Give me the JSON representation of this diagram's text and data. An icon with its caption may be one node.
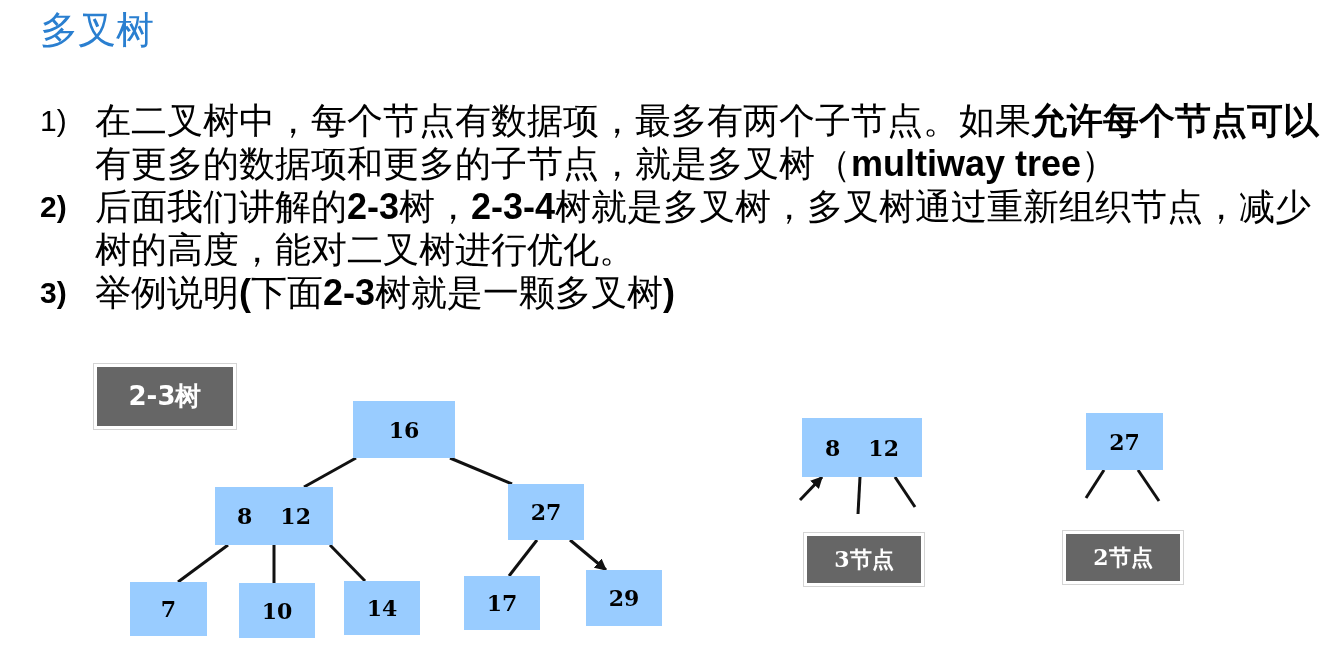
{
  "diagram": {
    "title": "多叉树",
    "nodes": [
      {
        "text": [
          "2-3树"
        ]
      },
      {
        "text": [
          "16"
        ]
      },
      {
        "text": [
          "8",
          "12"
        ]
      },
      {
        "text": [
          "27"
        ]
      },
      {
        "text": [
          "7"
        ]
      },
      {
        "text": [
          "10"
        ]
      },
      {
        "text": [
          "14"
        ]
      },
      {
        "text": [
          "17"
        ]
      },
      {
        "text": [
          "29"
        ]
      },
      {
        "text": [
          "8",
          "12"
        ]
      },
      {
        "text": [
          "3节点"
        ]
      },
      {
        "text": [
          "27"
        ]
      },
      {
        "text": [
          "2节点"
        ]
      }
    ],
    "edges": [
      {
        "from": 1,
        "to": 2,
        "arrow": "none"
      },
      {
        "from": 1,
        "to": 3,
        "arrow": "none"
      },
      {
        "from": 2,
        "to": 4,
        "arrow": "none"
      },
      {
        "from": 2,
        "to": 5,
        "arrow": "none"
      },
      {
        "from": 2,
        "to": 6,
        "arrow": "none"
      },
      {
        "from": 3,
        "to": 7,
        "arrow": "none"
      },
      {
        "from": 3,
        "to": 8,
        "arrow": "to"
      },
      {
        "from": null,
        "to": 9,
        "arrow": "to"
      },
      {
        "from": 9,
        "to": null,
        "arrow": "none"
      },
      {
        "from": 9,
        "to": null,
        "arrow": "none"
      },
      {
        "from": 11,
        "to": null,
        "arrow": "none"
      },
      {
        "from": 11,
        "to": null,
        "arrow": "none"
      }
    ],
    "labels": [
      "1)",
      "在二叉树中，每个节点有数据项，最多有两个子节点。如果**允许每个节点可以**有更多的数据项和更多的子节点，就是多叉树（**multiway tree**）",
      "2)",
      "后面我们讲解的**2-3**树，**2-3-4**树就是多叉树，多叉树通过重新组织节点，减少树的高度，能对二叉树进行优化。",
      "3)",
      "举例说明**(**下面**2-3**树就是一颗多叉树**)**"
    ]
  }
}
